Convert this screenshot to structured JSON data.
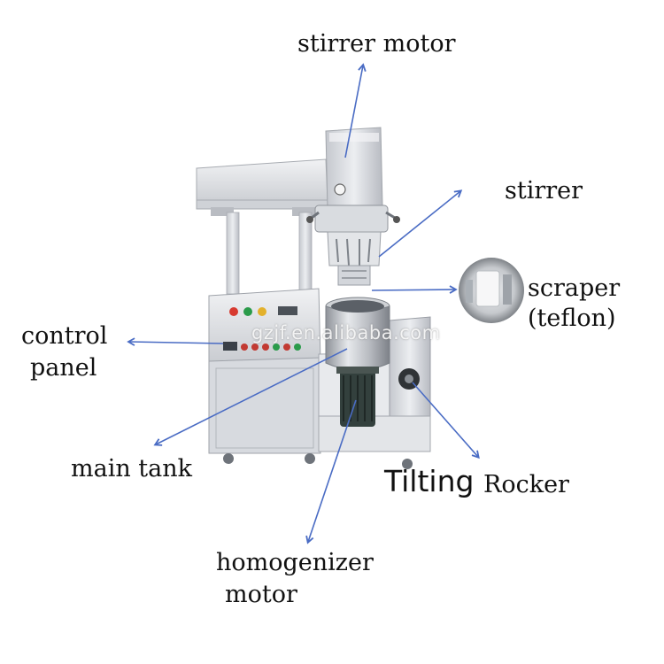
{
  "labels": {
    "stirrer_motor": "stirrer motor",
    "stirrer": "stirrer",
    "scraper": "scraper",
    "scraper_material": "(teflon)",
    "control_panel_1": "control",
    "control_panel_2": "panel",
    "main_tank": "main tank",
    "tilting": "Tilting",
    "rocker": "Rocker",
    "homogenizer_1": "homogenizer",
    "homogenizer_2": "motor"
  },
  "watermark": "gzjf.en.alibaba.com",
  "colors": {
    "arrow": "#4a6cc4",
    "steel_light": "#e4e6ea",
    "steel_mid": "#c9ccd2",
    "steel_dark": "#9ea2a9",
    "motor_dark": "#2f3a38"
  }
}
